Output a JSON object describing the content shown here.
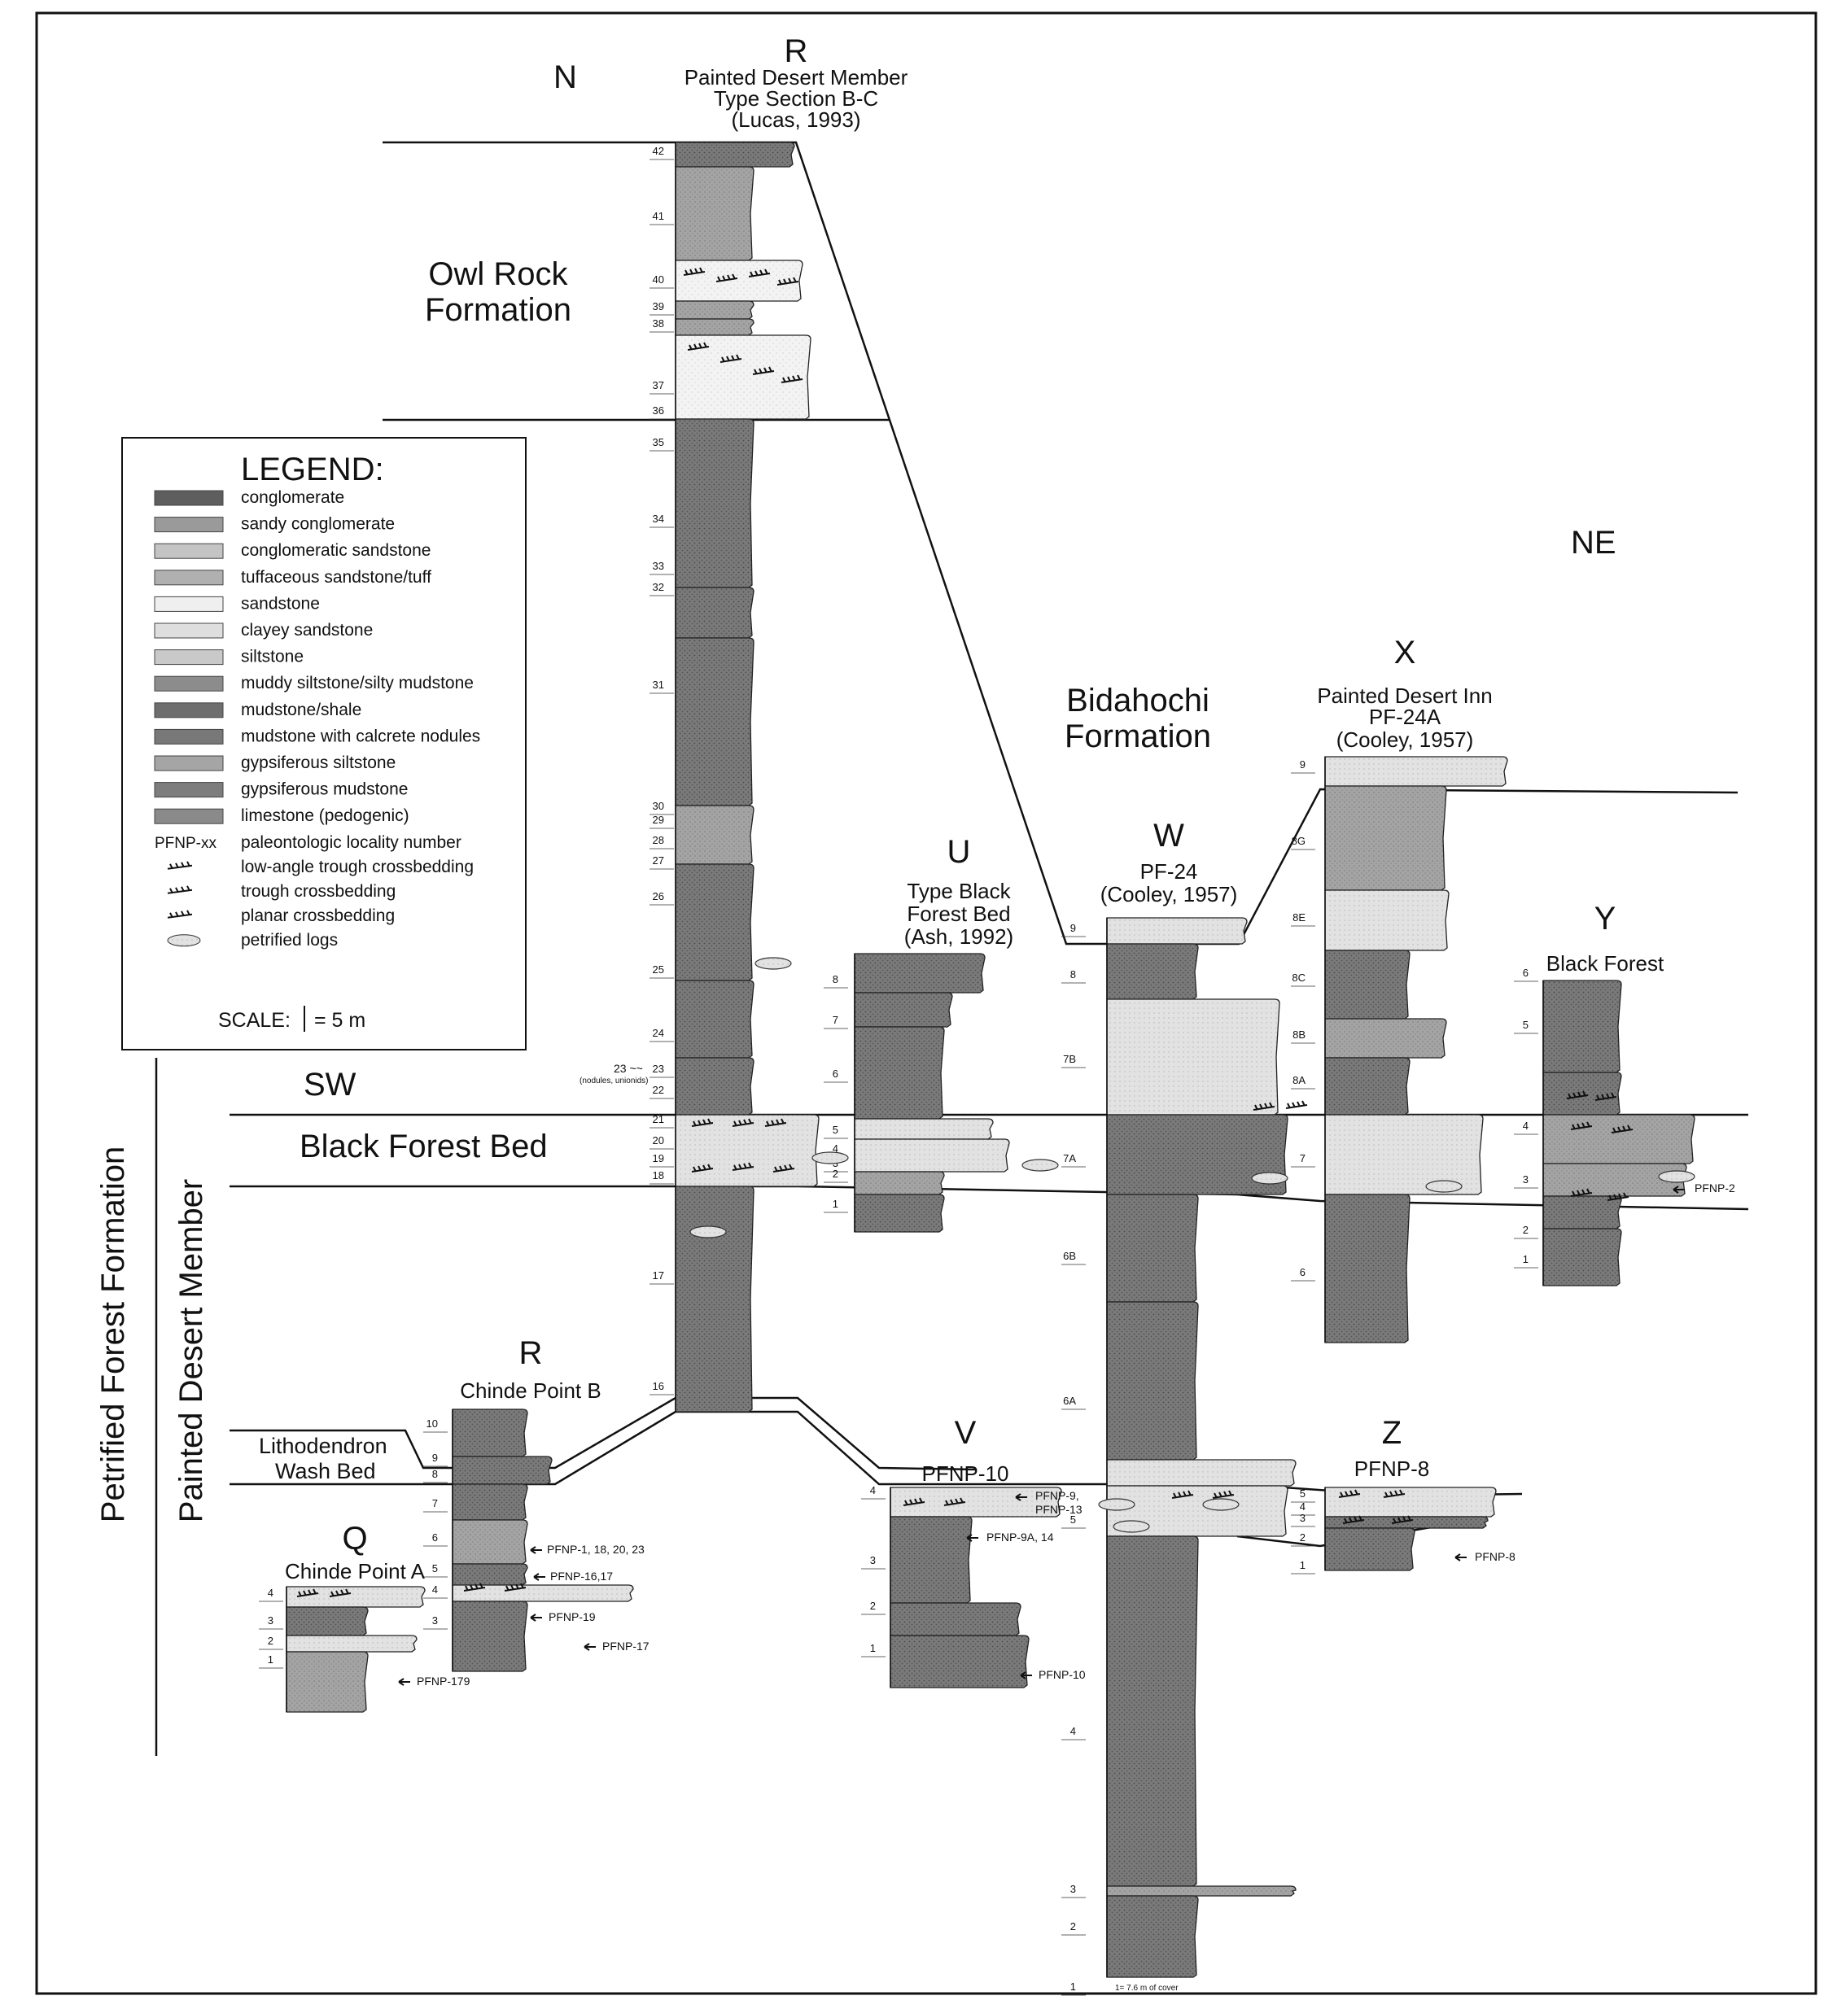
{
  "directions": {
    "n": "N",
    "ne": "NE",
    "sw": "SW"
  },
  "formations": {
    "owl_rock": [
      "Owl Rock",
      "Formation"
    ],
    "bidahochi": [
      "Bidahochi",
      "Formation"
    ],
    "black_forest_bed": "Black Forest Bed",
    "lithodendron": [
      "Lithodendron",
      "Wash Bed"
    ],
    "petrified_forest": "Petrified Forest Formation",
    "painted_desert_member": "Painted Desert Member"
  },
  "legend": {
    "title": "LEGEND:",
    "items": [
      {
        "label": "conglomerate",
        "swatch": "#5e5e5e"
      },
      {
        "label": "sandy conglomerate",
        "swatch": "#9a9a9a"
      },
      {
        "label": "conglomeratic sandstone",
        "swatch": "#c4c4c4"
      },
      {
        "label": "tuffaceous sandstone/tuff",
        "swatch": "#b0b0b0"
      },
      {
        "label": "sandstone",
        "swatch": "#efefef"
      },
      {
        "label": "clayey sandstone",
        "swatch": "#dedede"
      },
      {
        "label": "siltstone",
        "swatch": "#c9c9c9"
      },
      {
        "label": "muddy siltstone/silty mudstone",
        "swatch": "#8c8c8c"
      },
      {
        "label": "mudstone/shale",
        "swatch": "#6e6e6e"
      },
      {
        "label": "mudstone with calcrete nodules",
        "swatch": "#787878"
      },
      {
        "label": "gypsiferous siltstone",
        "swatch": "#a5a5a5"
      },
      {
        "label": "gypsiferous mudstone",
        "swatch": "#7d7d7d"
      },
      {
        "label": "limestone (pedogenic)",
        "swatch": "#8a8a8a"
      }
    ],
    "symbols": [
      {
        "key": "PFNP-xx",
        "label": "paleontologic locality number"
      },
      {
        "key": "low-angle",
        "label": "low-angle trough crossbedding"
      },
      {
        "key": "trough",
        "label": "trough crossbedding"
      },
      {
        "key": "planar",
        "label": "planar crossbedding"
      },
      {
        "key": "logs",
        "label": "petrified logs"
      }
    ],
    "scale_label": "SCALE:",
    "scale_value": "= 5 m"
  },
  "sections": [
    {
      "id": "R1",
      "letter": "R",
      "title": [
        "Painted Desert Member",
        "Type Section B-C",
        "(Lucas, 1993)"
      ]
    },
    {
      "id": "U",
      "letter": "U",
      "title": [
        "Type Black",
        "Forest Bed",
        "(Ash, 1992)"
      ]
    },
    {
      "id": "W",
      "letter": "W",
      "title": [
        "PF-24",
        "(Cooley, 1957)"
      ]
    },
    {
      "id": "X",
      "letter": "X",
      "title": [
        "Painted Desert Inn",
        "PF-24A",
        "(Cooley, 1957)"
      ]
    },
    {
      "id": "Y",
      "letter": "Y",
      "title": [
        "Black Forest"
      ]
    },
    {
      "id": "R2",
      "letter": "R",
      "title": [
        "Chinde Point B"
      ]
    },
    {
      "id": "Q",
      "letter": "Q",
      "title": [
        "Chinde Point A"
      ]
    },
    {
      "id": "V",
      "letter": "V",
      "title": [
        "PFNP-10"
      ]
    },
    {
      "id": "Z",
      "letter": "Z",
      "title": [
        "PFNP-8"
      ]
    }
  ],
  "unit_numbers": {
    "R1": [
      "42",
      "41",
      "40",
      "39",
      "38",
      "37",
      "36",
      "35",
      "34",
      "33",
      "32",
      "31",
      "30",
      "29",
      "28",
      "27",
      "26",
      "25",
      "24",
      "23",
      "22",
      "21",
      "20",
      "19",
      "18",
      "17",
      "16"
    ],
    "U": [
      "8",
      "7",
      "6",
      "5",
      "4",
      "3",
      "2",
      "1"
    ],
    "W": [
      "9",
      "8",
      "7B",
      "7A",
      "6B",
      "6A",
      "5",
      "4",
      "3",
      "2",
      "1"
    ],
    "X": [
      "9",
      "8G",
      "8E",
      "8C",
      "8B",
      "8A",
      "7",
      "6"
    ],
    "Y": [
      "6",
      "5",
      "4",
      "3",
      "2",
      "1"
    ],
    "R2": [
      "10",
      "9",
      "8",
      "7",
      "6",
      "5",
      "4",
      "3"
    ],
    "Q": [
      "4",
      "3",
      "2",
      "1"
    ],
    "V": [
      "4",
      "3",
      "2",
      "1"
    ],
    "Z": [
      "5",
      "4",
      "3",
      "2",
      "1"
    ]
  },
  "locality_labels": {
    "r1_23": "23 ~~",
    "r1_nodules": "(nodules, unionids)",
    "y_pfnp2": "PFNP-2",
    "r2_a": "PFNP-1, 18, 20, 23",
    "r2_b": "PFNP-16,17",
    "r2_c": "PFNP-19",
    "r2_d": "PFNP-17",
    "q_a": "PFNP-179",
    "v_a": "PFNP-9,",
    "v_b": "PFNP-13",
    "v_c": "PFNP-9A, 14",
    "v_d": "PFNP-10",
    "z_a": "PFNP-8",
    "w_cover": "1= 7.6 m of cover"
  }
}
